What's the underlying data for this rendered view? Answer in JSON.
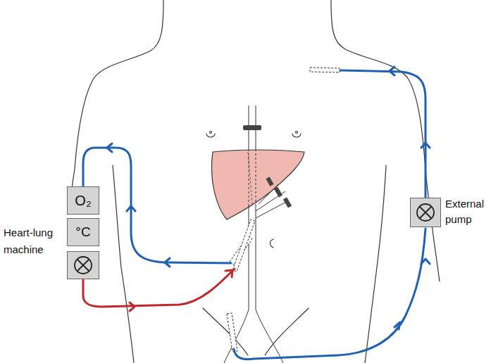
{
  "diagram": {
    "nodes": [
      {
        "text": [
          "Heart-lung machine"
        ]
      },
      {
        "text": [
          "O₂"
        ],
        "in": 0
      },
      {
        "text": [
          "°C"
        ],
        "in": 0
      },
      {
        "text": [
          "External pump"
        ]
      }
    ]
  }
}
